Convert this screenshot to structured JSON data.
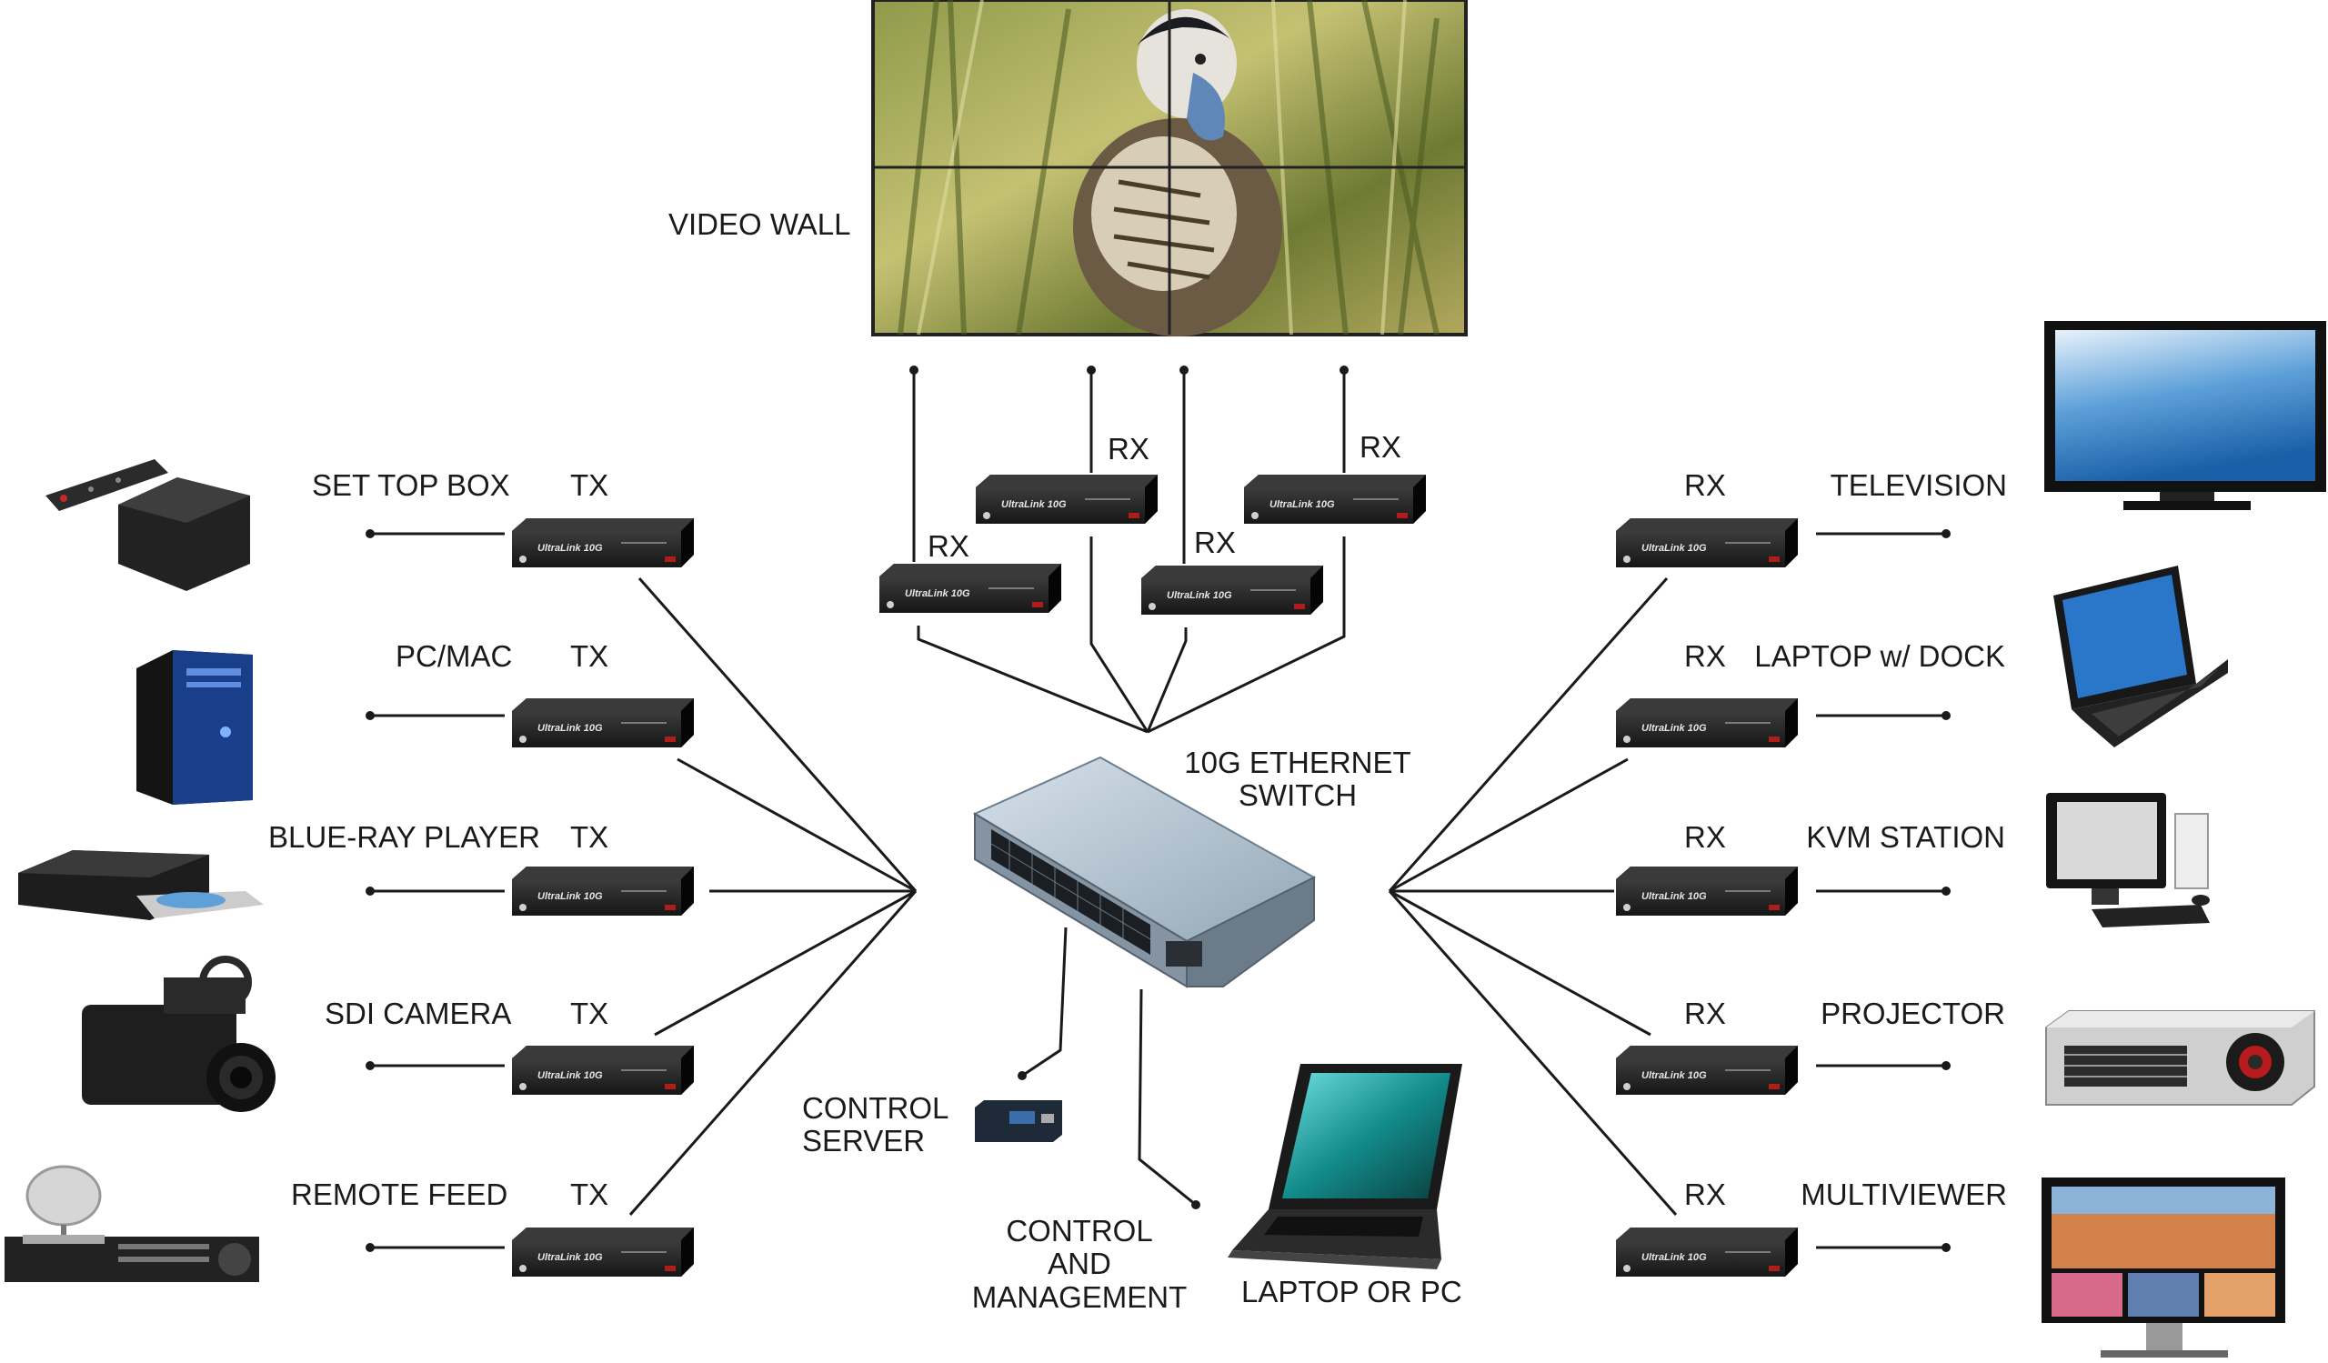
{
  "video_wall": {
    "label": "VIDEO WALL"
  },
  "switch": {
    "line1": "10G ETHERNET",
    "line2": "SWITCH"
  },
  "control_server": {
    "line1": "CONTROL",
    "line2": "SERVER"
  },
  "control_mgmt": {
    "line1": "CONTROL",
    "line2": "AND",
    "line3": "MANAGEMENT"
  },
  "laptop_pc": {
    "label": "LAPTOP OR PC"
  },
  "device_brand": "UltraLink 10G",
  "sources": [
    {
      "label": "SET TOP BOX",
      "tag": "TX"
    },
    {
      "label": "PC/MAC",
      "tag": "TX"
    },
    {
      "label": "BLUE-RAY PLAYER",
      "tag": "TX"
    },
    {
      "label": "SDI CAMERA",
      "tag": "TX"
    },
    {
      "label": "REMOTE FEED",
      "tag": "TX"
    }
  ],
  "displays": [
    {
      "label": "TELEVISION",
      "tag": "RX"
    },
    {
      "label": "LAPTOP w/ DOCK",
      "tag": "RX"
    },
    {
      "label": "KVM STATION",
      "tag": "RX"
    },
    {
      "label": "PROJECTOR",
      "tag": "RX"
    },
    {
      "label": "MULTIVIEWER",
      "tag": "RX"
    }
  ],
  "wall_receivers": [
    {
      "tag": "RX"
    },
    {
      "tag": "RX"
    },
    {
      "tag": "RX"
    },
    {
      "tag": "RX"
    }
  ]
}
